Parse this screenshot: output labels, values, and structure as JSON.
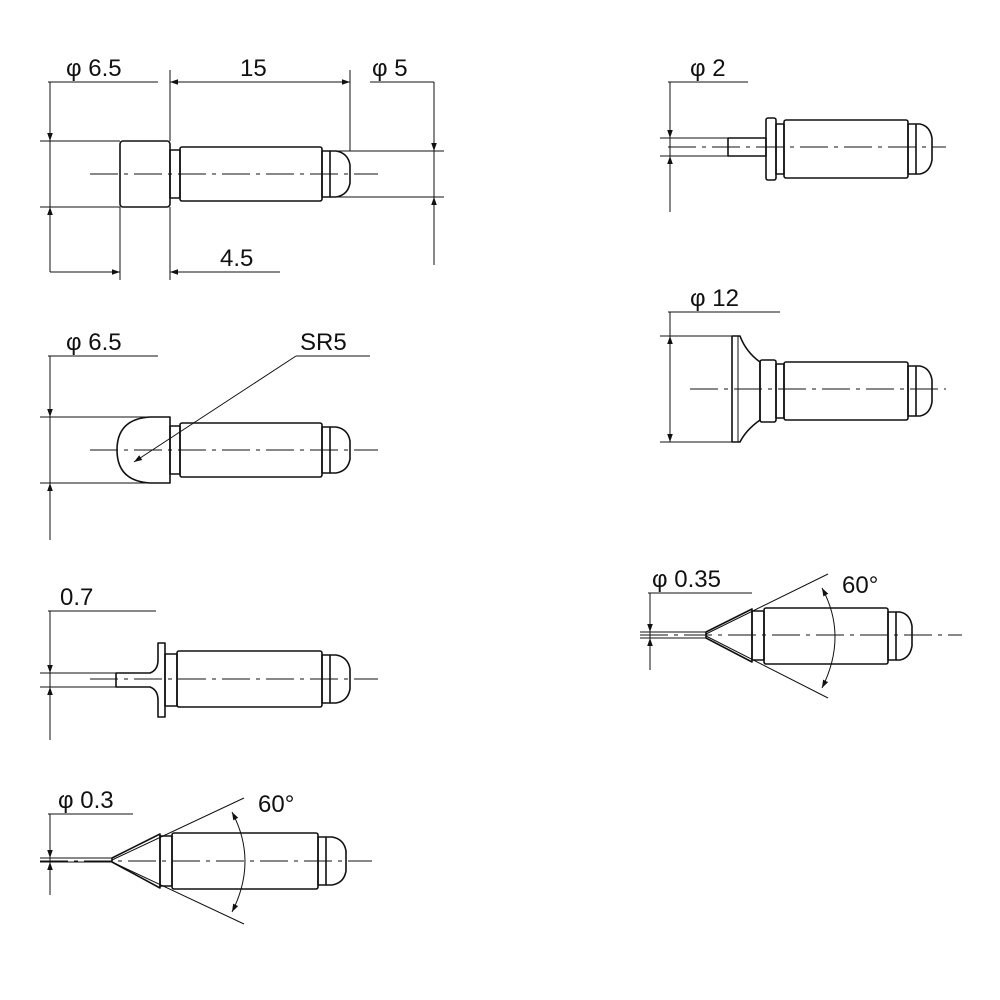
{
  "figure": {
    "tips": [
      {
        "id": "flat",
        "labels": {
          "diameter_left": "φ 6.5",
          "length": "15",
          "diameter_right": "φ 5",
          "offset": "4.5"
        }
      },
      {
        "id": "spherical",
        "labels": {
          "diameter": "φ 6.5",
          "radius": "SR5"
        }
      },
      {
        "id": "blade",
        "labels": {
          "thickness": "0.7"
        }
      },
      {
        "id": "cone-0.3",
        "labels": {
          "diameter": "φ 0.3",
          "angle": "60°"
        }
      },
      {
        "id": "pin",
        "labels": {
          "diameter": "φ 2"
        }
      },
      {
        "id": "disc",
        "labels": {
          "diameter": "φ 12"
        }
      },
      {
        "id": "cone-0.35",
        "labels": {
          "diameter": "φ 0.35",
          "angle": "60°"
        }
      }
    ]
  }
}
